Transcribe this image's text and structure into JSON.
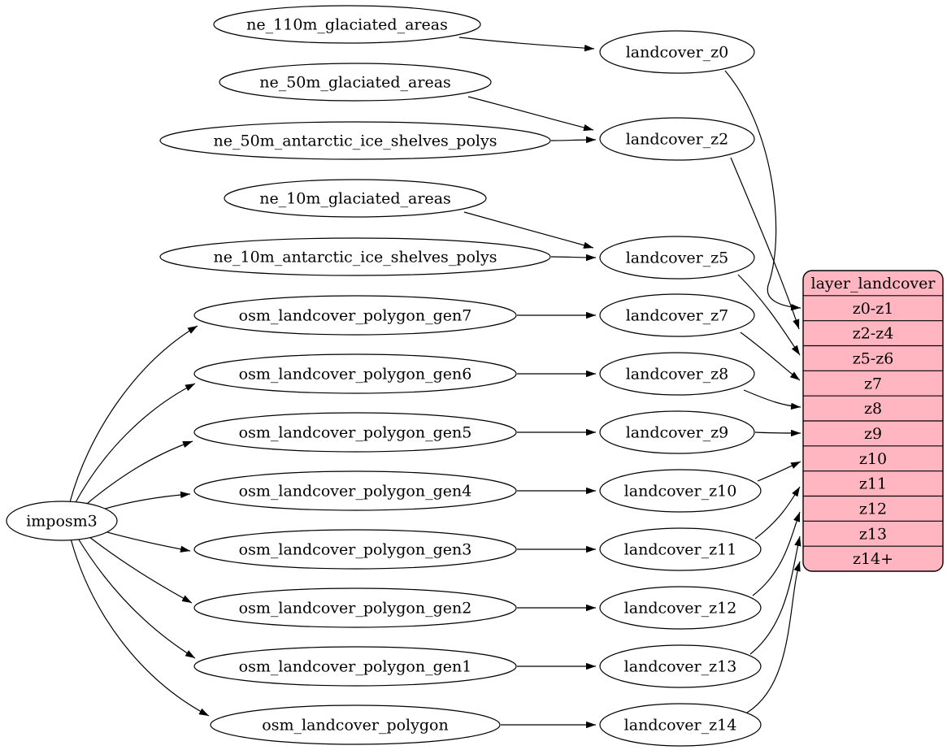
{
  "diagram": {
    "colors": {
      "background": "#ffffff",
      "edge": "#000000",
      "node_fill": "#ffffff",
      "node_stroke": "#000000",
      "table_fill": "#ffb6c1",
      "table_stroke": "#000000",
      "text": "#000000"
    },
    "nodes": [
      {
        "id": "imposm3",
        "label": "imposm3"
      },
      {
        "id": "ne_110m_glaciated_areas",
        "label": "ne_110m_glaciated_areas"
      },
      {
        "id": "ne_50m_glaciated_areas",
        "label": "ne_50m_glaciated_areas"
      },
      {
        "id": "ne_50m_antarctic_ice_shelves_polys",
        "label": "ne_50m_antarctic_ice_shelves_polys"
      },
      {
        "id": "ne_10m_glaciated_areas",
        "label": "ne_10m_glaciated_areas"
      },
      {
        "id": "ne_10m_antarctic_ice_shelves_polys",
        "label": "ne_10m_antarctic_ice_shelves_polys"
      },
      {
        "id": "osm_landcover_polygon_gen7",
        "label": "osm_landcover_polygon_gen7"
      },
      {
        "id": "osm_landcover_polygon_gen6",
        "label": "osm_landcover_polygon_gen6"
      },
      {
        "id": "osm_landcover_polygon_gen5",
        "label": "osm_landcover_polygon_gen5"
      },
      {
        "id": "osm_landcover_polygon_gen4",
        "label": "osm_landcover_polygon_gen4"
      },
      {
        "id": "osm_landcover_polygon_gen3",
        "label": "osm_landcover_polygon_gen3"
      },
      {
        "id": "osm_landcover_polygon_gen2",
        "label": "osm_landcover_polygon_gen2"
      },
      {
        "id": "osm_landcover_polygon_gen1",
        "label": "osm_landcover_polygon_gen1"
      },
      {
        "id": "osm_landcover_polygon",
        "label": "osm_landcover_polygon"
      },
      {
        "id": "landcover_z0",
        "label": "landcover_z0"
      },
      {
        "id": "landcover_z2",
        "label": "landcover_z2"
      },
      {
        "id": "landcover_z5",
        "label": "landcover_z5"
      },
      {
        "id": "landcover_z7",
        "label": "landcover_z7"
      },
      {
        "id": "landcover_z8",
        "label": "landcover_z8"
      },
      {
        "id": "landcover_z9",
        "label": "landcover_z9"
      },
      {
        "id": "landcover_z10",
        "label": "landcover_z10"
      },
      {
        "id": "landcover_z11",
        "label": "landcover_z11"
      },
      {
        "id": "landcover_z12",
        "label": "landcover_z12"
      },
      {
        "id": "landcover_z13",
        "label": "landcover_z13"
      },
      {
        "id": "landcover_z14",
        "label": "landcover_z14"
      }
    ],
    "table": {
      "id": "layer_landcover",
      "title": "layer_landcover",
      "rows": [
        "z0-z1",
        "z2-z4",
        "z5-z6",
        "z7",
        "z8",
        "z9",
        "z10",
        "z11",
        "z12",
        "z13",
        "z14+"
      ]
    },
    "edges": [
      {
        "from": "imposm3",
        "to": "osm_landcover_polygon_gen7"
      },
      {
        "from": "imposm3",
        "to": "osm_landcover_polygon_gen6"
      },
      {
        "from": "imposm3",
        "to": "osm_landcover_polygon_gen5"
      },
      {
        "from": "imposm3",
        "to": "osm_landcover_polygon_gen4"
      },
      {
        "from": "imposm3",
        "to": "osm_landcover_polygon_gen3"
      },
      {
        "from": "imposm3",
        "to": "osm_landcover_polygon_gen2"
      },
      {
        "from": "imposm3",
        "to": "osm_landcover_polygon_gen1"
      },
      {
        "from": "imposm3",
        "to": "osm_landcover_polygon"
      },
      {
        "from": "ne_110m_glaciated_areas",
        "to": "landcover_z0"
      },
      {
        "from": "ne_50m_glaciated_areas",
        "to": "landcover_z2"
      },
      {
        "from": "ne_50m_antarctic_ice_shelves_polys",
        "to": "landcover_z2"
      },
      {
        "from": "ne_10m_glaciated_areas",
        "to": "landcover_z5"
      },
      {
        "from": "ne_10m_antarctic_ice_shelves_polys",
        "to": "landcover_z5"
      },
      {
        "from": "osm_landcover_polygon_gen7",
        "to": "landcover_z7"
      },
      {
        "from": "osm_landcover_polygon_gen6",
        "to": "landcover_z8"
      },
      {
        "from": "osm_landcover_polygon_gen5",
        "to": "landcover_z9"
      },
      {
        "from": "osm_landcover_polygon_gen4",
        "to": "landcover_z10"
      },
      {
        "from": "osm_landcover_polygon_gen3",
        "to": "landcover_z11"
      },
      {
        "from": "osm_landcover_polygon_gen2",
        "to": "landcover_z12"
      },
      {
        "from": "osm_landcover_polygon_gen1",
        "to": "landcover_z13"
      },
      {
        "from": "osm_landcover_polygon",
        "to": "landcover_z14"
      },
      {
        "from": "landcover_z0",
        "to": "layer_landcover",
        "port": "z0-z1"
      },
      {
        "from": "landcover_z2",
        "to": "layer_landcover",
        "port": "z2-z4"
      },
      {
        "from": "landcover_z5",
        "to": "layer_landcover",
        "port": "z5-z6"
      },
      {
        "from": "landcover_z7",
        "to": "layer_landcover",
        "port": "z7"
      },
      {
        "from": "landcover_z8",
        "to": "layer_landcover",
        "port": "z8"
      },
      {
        "from": "landcover_z9",
        "to": "layer_landcover",
        "port": "z9"
      },
      {
        "from": "landcover_z10",
        "to": "layer_landcover",
        "port": "z10"
      },
      {
        "from": "landcover_z11",
        "to": "layer_landcover",
        "port": "z11"
      },
      {
        "from": "landcover_z12",
        "to": "layer_landcover",
        "port": "z12"
      },
      {
        "from": "landcover_z13",
        "to": "layer_landcover",
        "port": "z13"
      },
      {
        "from": "landcover_z14",
        "to": "layer_landcover",
        "port": "z14+"
      }
    ]
  }
}
